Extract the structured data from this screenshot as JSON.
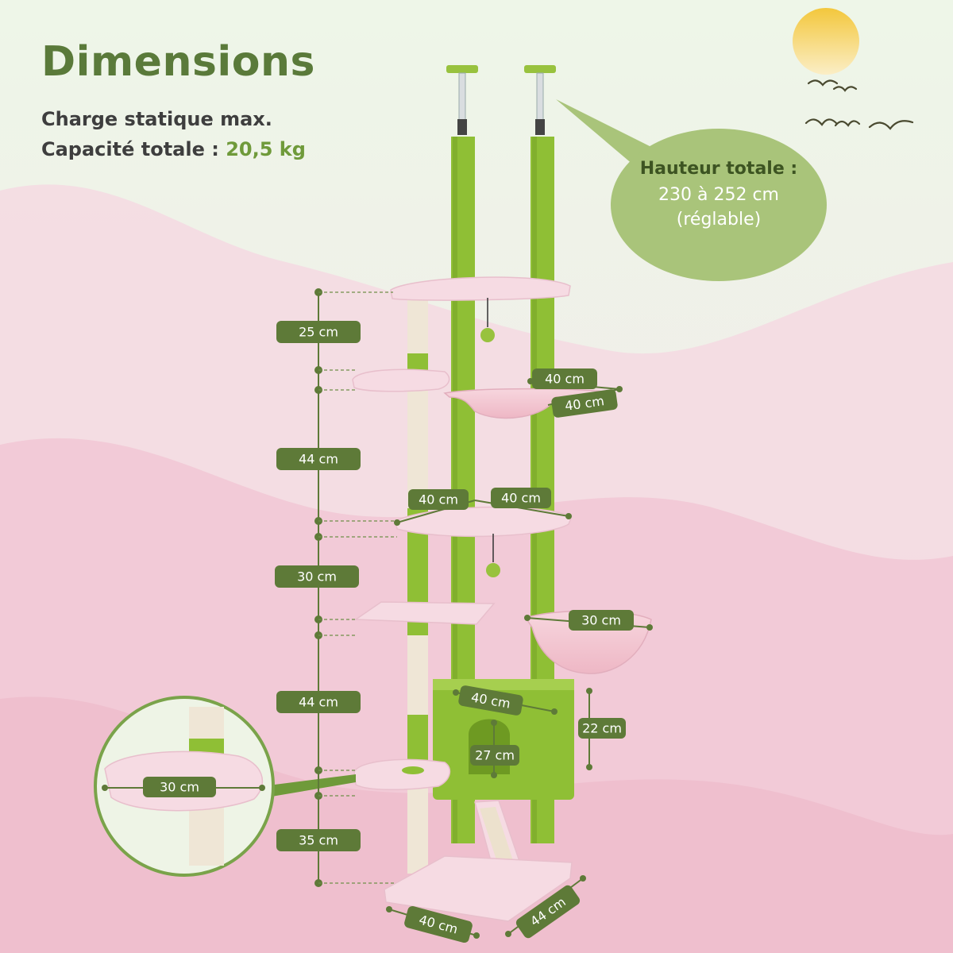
{
  "header": {
    "title": "Dimensions",
    "load_line_1": "Charge statique max.",
    "load_line_2_prefix": "Capacité totale :",
    "load_line_2_value": "20,5 kg"
  },
  "height_bubble": {
    "title": "Hauteur totale :",
    "value": "230 à 252 cm",
    "note": "(réglable)"
  },
  "vertical_dimensions": [
    "25 cm",
    "44 cm",
    "30 cm",
    "44 cm",
    "35 cm"
  ],
  "component_dimensions": {
    "hammock_top_width": "40 cm",
    "hammock_top_depth": "40 cm",
    "platform_mid_left": "40 cm",
    "platform_mid_right": "40 cm",
    "basket_width": "30 cm",
    "condo_width": "40 cm",
    "condo_height": "22 cm",
    "condo_opening": "27 cm",
    "zoom_platform_width": "30 cm",
    "base_width": "40 cm",
    "base_depth": "44 cm"
  },
  "colors": {
    "accent_green": "#6f9a3a",
    "label_green": "#5e7a38",
    "title_green": "#5a7a3a",
    "pink": "#f3c9d4",
    "sisal": "#f1e8dc"
  },
  "icons": [
    "sun-icon",
    "birds-icon"
  ]
}
